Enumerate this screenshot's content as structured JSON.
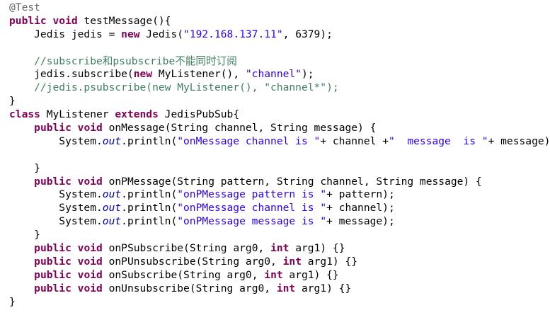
{
  "editor": {
    "lines": [
      [
        {
          "t": "@Test",
          "c": "ann"
        }
      ],
      [
        {
          "t": "public",
          "c": "kw"
        },
        {
          "t": " ",
          "c": "plain"
        },
        {
          "t": "void",
          "c": "kw"
        },
        {
          "t": " testMessage(){",
          "c": "plain"
        }
      ],
      [
        {
          "t": "    Jedis jedis = ",
          "c": "plain"
        },
        {
          "t": "new",
          "c": "kw"
        },
        {
          "t": " Jedis(",
          "c": "plain"
        },
        {
          "t": "\"192.168.137.11\"",
          "c": "str"
        },
        {
          "t": ", 6379);",
          "c": "plain"
        }
      ],
      [],
      [
        {
          "t": "    //subscribe和psubscribe不能同时订阅",
          "c": "cmt"
        }
      ],
      [
        {
          "t": "    jedis.subscribe(",
          "c": "plain"
        },
        {
          "t": "new",
          "c": "kw"
        },
        {
          "t": " MyListener(), ",
          "c": "plain"
        },
        {
          "t": "\"channel\"",
          "c": "str"
        },
        {
          "t": ");",
          "c": "plain"
        }
      ],
      [
        {
          "t": "    //jedis.psubscribe(new MyListener(), \"channel*\");",
          "c": "cmt"
        }
      ],
      [
        {
          "t": "}",
          "c": "plain"
        }
      ],
      [
        {
          "t": "class",
          "c": "kw"
        },
        {
          "t": " MyListener ",
          "c": "plain"
        },
        {
          "t": "extends",
          "c": "kw"
        },
        {
          "t": " JedisPubSub{",
          "c": "plain"
        }
      ],
      [
        {
          "t": "    ",
          "c": "plain"
        },
        {
          "t": "public",
          "c": "kw"
        },
        {
          "t": " ",
          "c": "plain"
        },
        {
          "t": "void",
          "c": "kw"
        },
        {
          "t": " onMessage(String channel, String message) {",
          "c": "plain"
        }
      ],
      [
        {
          "t": "        System.",
          "c": "plain"
        },
        {
          "t": "out",
          "c": "fld"
        },
        {
          "t": ".println(",
          "c": "plain"
        },
        {
          "t": "\"onMessage channel is \"",
          "c": "str"
        },
        {
          "t": "+ channel +",
          "c": "plain"
        },
        {
          "t": "\"  message  is \"",
          "c": "str"
        },
        {
          "t": "+ message);",
          "c": "plain"
        }
      ],
      [],
      [
        {
          "t": "    }",
          "c": "plain"
        }
      ],
      [
        {
          "t": "    ",
          "c": "plain"
        },
        {
          "t": "public",
          "c": "kw"
        },
        {
          "t": " ",
          "c": "plain"
        },
        {
          "t": "void",
          "c": "kw"
        },
        {
          "t": " onPMessage(String pattern, String channel, String message) {",
          "c": "plain"
        }
      ],
      [
        {
          "t": "        System.",
          "c": "plain"
        },
        {
          "t": "out",
          "c": "fld"
        },
        {
          "t": ".println(",
          "c": "plain"
        },
        {
          "t": "\"onPMessage pattern is \"",
          "c": "str"
        },
        {
          "t": "+ pattern);",
          "c": "plain"
        }
      ],
      [
        {
          "t": "        System.",
          "c": "plain"
        },
        {
          "t": "out",
          "c": "fld"
        },
        {
          "t": ".println(",
          "c": "plain"
        },
        {
          "t": "\"onPMessage channel is \"",
          "c": "str"
        },
        {
          "t": "+ channel);",
          "c": "plain"
        }
      ],
      [
        {
          "t": "        System.",
          "c": "plain"
        },
        {
          "t": "out",
          "c": "fld"
        },
        {
          "t": ".println(",
          "c": "plain"
        },
        {
          "t": "\"onPMessage message is \"",
          "c": "str"
        },
        {
          "t": "+ message);",
          "c": "plain"
        }
      ],
      [
        {
          "t": "    }",
          "c": "plain"
        }
      ],
      [
        {
          "t": "    ",
          "c": "plain"
        },
        {
          "t": "public",
          "c": "kw"
        },
        {
          "t": " ",
          "c": "plain"
        },
        {
          "t": "void",
          "c": "kw"
        },
        {
          "t": " onPSubscribe(String arg0, ",
          "c": "plain"
        },
        {
          "t": "int",
          "c": "kw"
        },
        {
          "t": " arg1) {}",
          "c": "plain"
        }
      ],
      [
        {
          "t": "    ",
          "c": "plain"
        },
        {
          "t": "public",
          "c": "kw"
        },
        {
          "t": " ",
          "c": "plain"
        },
        {
          "t": "void",
          "c": "kw"
        },
        {
          "t": " onPUnsubscribe(String arg0, ",
          "c": "plain"
        },
        {
          "t": "int",
          "c": "kw"
        },
        {
          "t": " arg1) {}",
          "c": "plain"
        }
      ],
      [
        {
          "t": "    ",
          "c": "plain"
        },
        {
          "t": "public",
          "c": "kw"
        },
        {
          "t": " ",
          "c": "plain"
        },
        {
          "t": "void",
          "c": "kw"
        },
        {
          "t": " onSubscribe(String arg0, ",
          "c": "plain"
        },
        {
          "t": "int",
          "c": "kw"
        },
        {
          "t": " arg1) {}",
          "c": "plain"
        }
      ],
      [
        {
          "t": "    ",
          "c": "plain"
        },
        {
          "t": "public",
          "c": "kw"
        },
        {
          "t": " ",
          "c": "plain"
        },
        {
          "t": "void",
          "c": "kw"
        },
        {
          "t": " onUnsubscribe(String arg0, ",
          "c": "plain"
        },
        {
          "t": "int",
          "c": "kw"
        },
        {
          "t": " arg1) {}",
          "c": "plain"
        }
      ],
      [
        {
          "t": "}",
          "c": "plain"
        }
      ]
    ]
  }
}
